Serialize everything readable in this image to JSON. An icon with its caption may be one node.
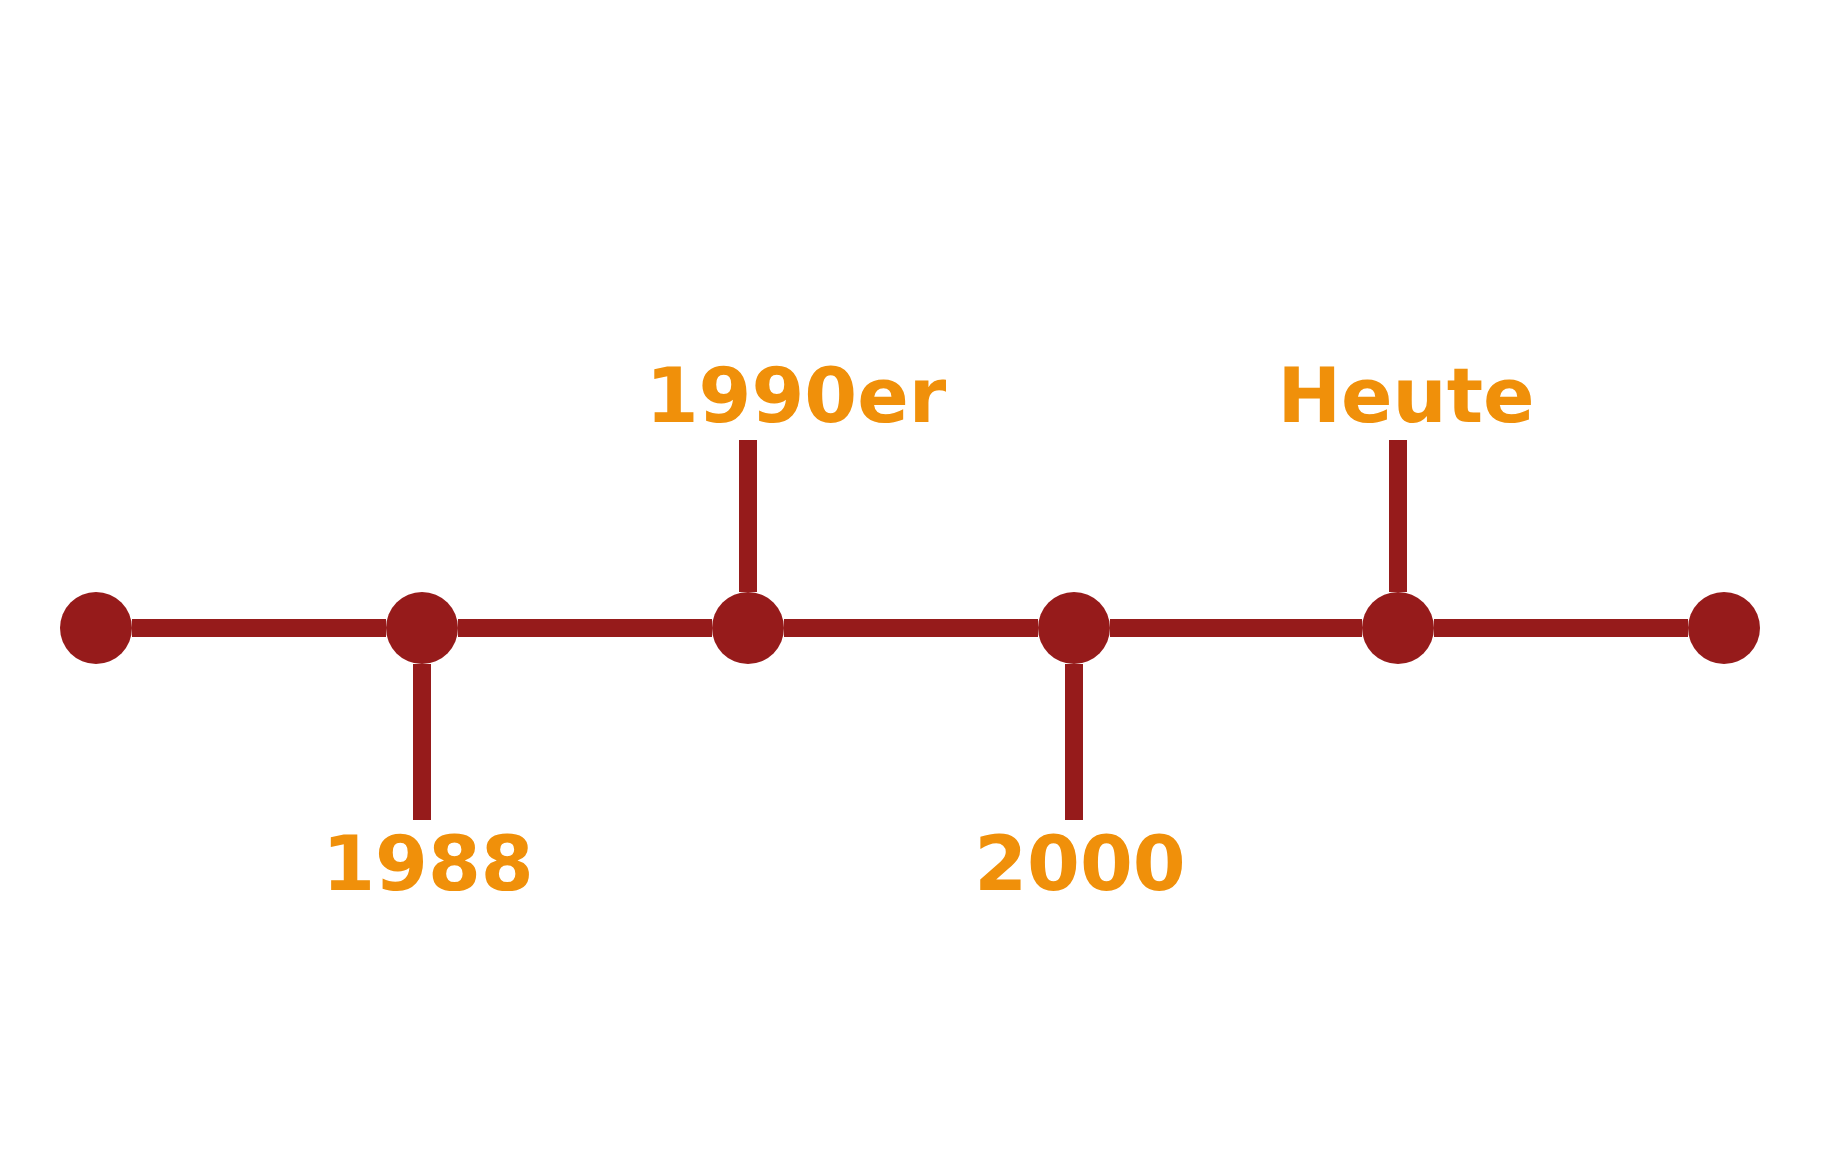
{
  "diagram": {
    "nodes": [
      {
        "text": [],
        "shape": "circle"
      },
      {
        "text": [],
        "shape": "circle"
      },
      {
        "text": [],
        "shape": "circle"
      },
      {
        "text": [],
        "shape": "circle"
      },
      {
        "text": [],
        "shape": "circle"
      },
      {
        "text": [],
        "shape": "circle"
      },
      {
        "text": [
          "1990er"
        ]
      },
      {
        "text": [
          "Heute"
        ]
      },
      {
        "text": [
          "1988"
        ]
      },
      {
        "text": [
          "2000"
        ]
      }
    ],
    "edges": [
      {
        "from": 0,
        "to": 1,
        "arrow": "none"
      },
      {
        "from": 1,
        "to": 2,
        "arrow": "none"
      },
      {
        "from": 2,
        "to": 3,
        "arrow": "none"
      },
      {
        "from": 3,
        "to": 4,
        "arrow": "none"
      },
      {
        "from": 4,
        "to": 5,
        "arrow": "none"
      },
      {
        "from": 2,
        "to": 6,
        "arrow": "none"
      },
      {
        "from": 4,
        "to": 7,
        "arrow": "none"
      },
      {
        "from": 1,
        "to": 8,
        "arrow": "none"
      },
      {
        "from": 3,
        "to": 9,
        "arrow": "none"
      }
    ]
  }
}
